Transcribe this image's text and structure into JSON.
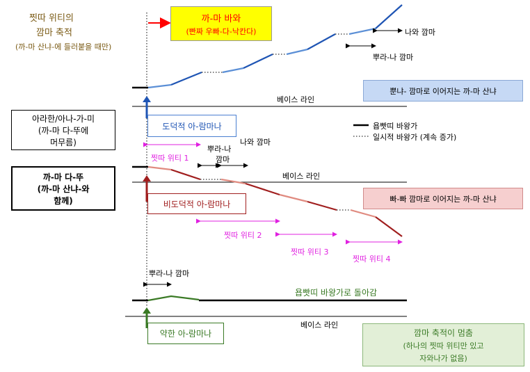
{
  "top_left_title": {
    "line1": "찟따 위티의",
    "line2": "깜마 축적",
    "line3": "(까-마 산냐-에 들러붙을 때만)"
  },
  "top_callout": {
    "line1": "까-마 바와",
    "line2": "(빤짜 우빠-다-낙칸다)"
  },
  "left_box_1": {
    "line1": "아라한/아나-가-미",
    "line2": "(까-마 다-뚜에",
    "line3": "머무름)"
  },
  "left_box_2": {
    "line1": "까-마 다-뚜",
    "line2": "(까-마 산냐-와",
    "line3": "함께)"
  },
  "base_line_label": "베이스 라인",
  "legend": {
    "solid": "욥빳띠 바왕가",
    "dotted": "일시적 바왕가 (계속 증가)"
  },
  "top_section": {
    "result_box": "뿐냐- 깜마로 이어지는 까-마 산냐",
    "trigger_box": "도덕적 아-람마나",
    "arrow_nawa": "나와 깜마",
    "arrow_purana": "뿌라-나 깜마"
  },
  "middle_section": {
    "result_box": "빠-빠 깜마로 이어지는 까-마 산냐",
    "trigger_box": "비도덕적 아-람마나",
    "cv1": "찟따 위티 1",
    "cv2": "찟따 위티 2",
    "cv3": "찟따 위티 3",
    "cv4": "찟따 위티 4",
    "purana_line1": "뿌라-나",
    "purana_line2": "깜마",
    "nawa": "나와 깜마"
  },
  "bottom_section": {
    "purana": "뿌라-나 깜마",
    "return_label": "욥빳띠 바왕가로 돌아감",
    "trigger_box": "약한 아-람마나",
    "stop_line1": "깜마 축적이 멈춤",
    "stop_line2": "(하나의 찟따 위티만 있고",
    "stop_line3": "자와나가 없음)"
  },
  "colors": {
    "blue_dark": "#1f55b4",
    "blue_light": "#5b8fd6",
    "red_dark": "#a01e1e",
    "red_light": "#e08b80",
    "green": "#3a7a25",
    "magenta": "#e020e0",
    "callout_yellow": "#ffff00",
    "callout_red_text": "#ff0000",
    "title_brown": "#7a5a14"
  }
}
